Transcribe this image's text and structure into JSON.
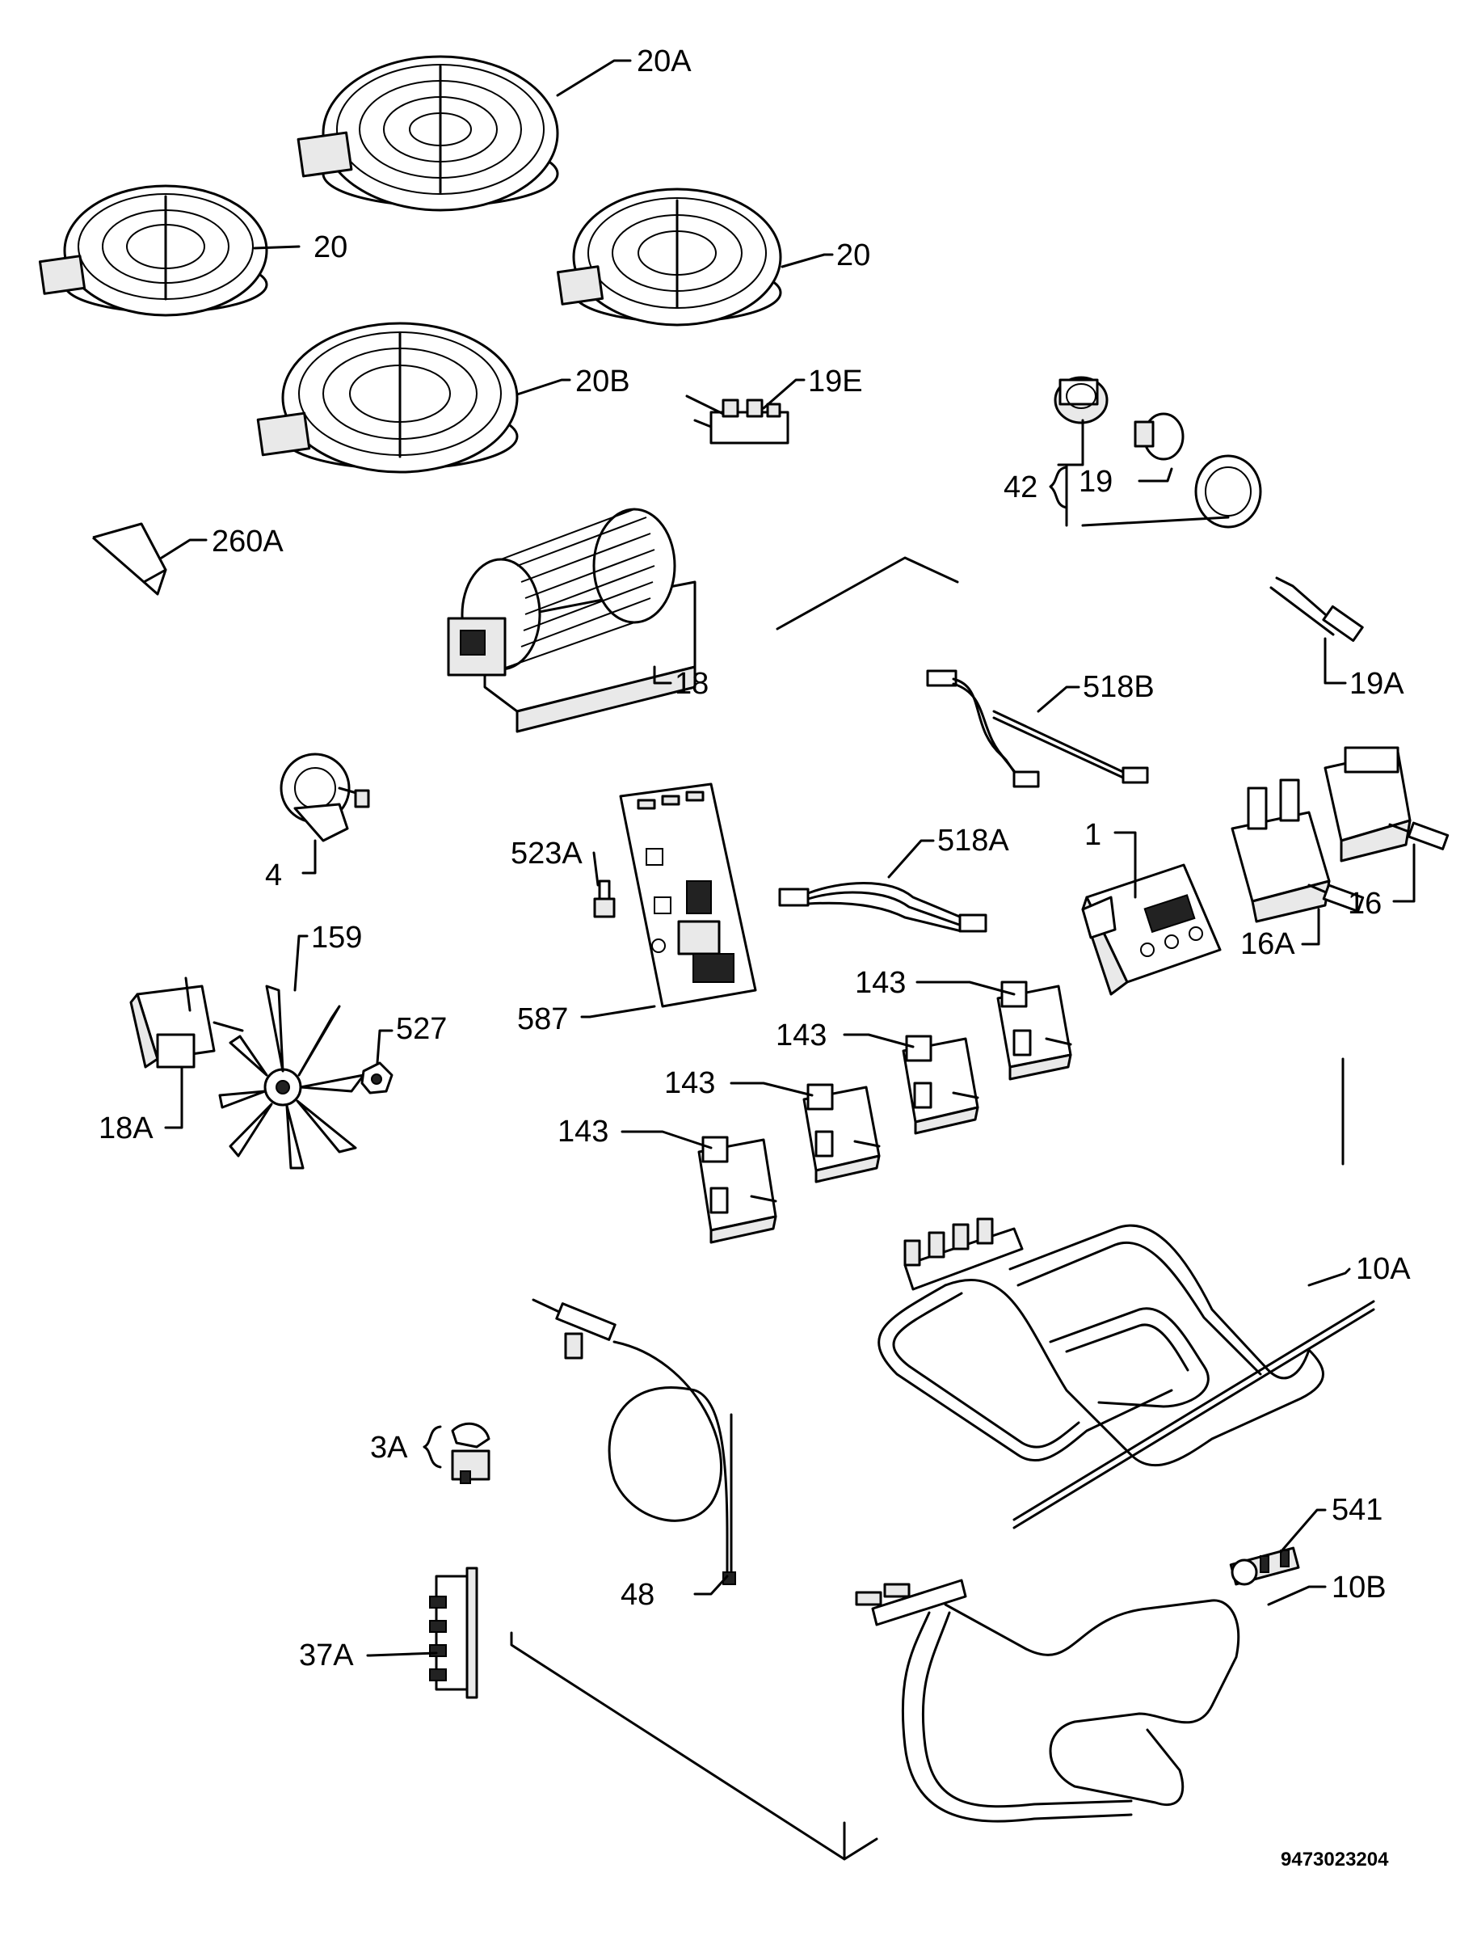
{
  "document_number": "9473023204",
  "callouts": [
    {
      "id": "c20a",
      "text": "20A"
    },
    {
      "id": "c20l",
      "text": "20"
    },
    {
      "id": "c20r",
      "text": "20"
    },
    {
      "id": "c20b",
      "text": "20B"
    },
    {
      "id": "c19e",
      "text": "19E"
    },
    {
      "id": "c42",
      "text": "42"
    },
    {
      "id": "c19",
      "text": "19"
    },
    {
      "id": "c260a",
      "text": "260A"
    },
    {
      "id": "c18",
      "text": "18"
    },
    {
      "id": "c19a",
      "text": "19A"
    },
    {
      "id": "c518b",
      "text": "518B"
    },
    {
      "id": "c4",
      "text": "4"
    },
    {
      "id": "c523a",
      "text": "523A"
    },
    {
      "id": "c518a",
      "text": "518A"
    },
    {
      "id": "c1",
      "text": "1"
    },
    {
      "id": "c16",
      "text": "16"
    },
    {
      "id": "c16a",
      "text": "16A"
    },
    {
      "id": "c587",
      "text": "587"
    },
    {
      "id": "c159",
      "text": "159"
    },
    {
      "id": "c527",
      "text": "527"
    },
    {
      "id": "c18a",
      "text": "18A"
    },
    {
      "id": "c143a",
      "text": "143"
    },
    {
      "id": "c143b",
      "text": "143"
    },
    {
      "id": "c143c",
      "text": "143"
    },
    {
      "id": "c143d",
      "text": "143"
    },
    {
      "id": "c10a",
      "text": "10A"
    },
    {
      "id": "c3a",
      "text": "3A"
    },
    {
      "id": "c541",
      "text": "541"
    },
    {
      "id": "c48",
      "text": "48"
    },
    {
      "id": "c10b",
      "text": "10B"
    },
    {
      "id": "c37a",
      "text": "37A"
    }
  ]
}
